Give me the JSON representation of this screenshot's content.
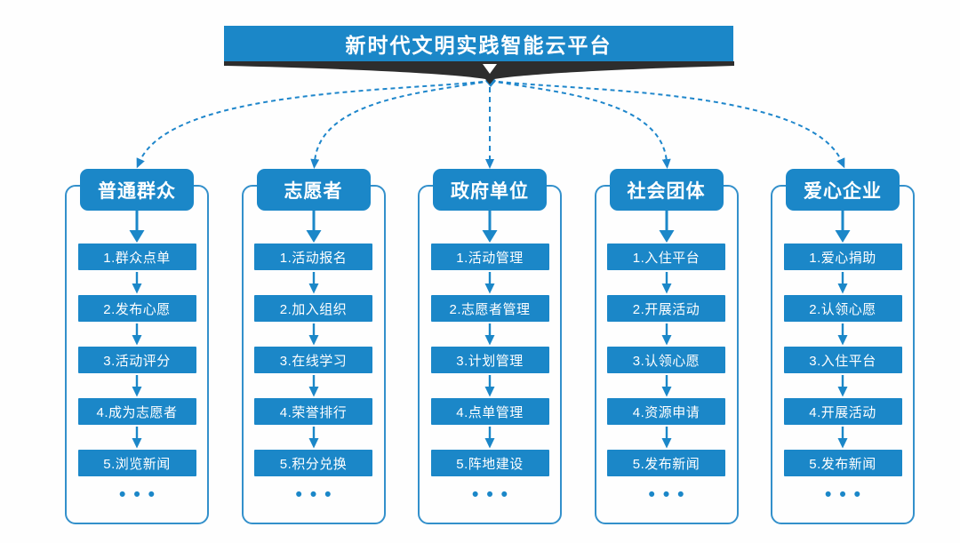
{
  "banner": {
    "title": "新时代文明实践智能云平台"
  },
  "colors": {
    "primary_blue": "#1b87c8",
    "dashed_arrow_blue": "#1e86cb",
    "frame_border_blue": "#3390cb",
    "dark_ribbon": "#2d2d2d",
    "text_on_blue": "#ffffff",
    "background": "#fefefe"
  },
  "columns": [
    {
      "title": "普通群众",
      "items": [
        "1.群众点单",
        "2.发布心愿",
        "3.活动评分",
        "4.成为志愿者",
        "5.浏览新闻"
      ],
      "more": "•••"
    },
    {
      "title": "志愿者",
      "items": [
        "1.活动报名",
        "2.加入组织",
        "3.在线学习",
        "4.荣誉排行",
        "5.积分兑换"
      ],
      "more": "•••"
    },
    {
      "title": "政府单位",
      "items": [
        "1.活动管理",
        "2.志愿者管理",
        "3.计划管理",
        "4.点单管理",
        "5.阵地建设"
      ],
      "more": "•••"
    },
    {
      "title": "社会团体",
      "items": [
        "1.入住平台",
        "2.开展活动",
        "3.认领心愿",
        "4.资源申请",
        "5.发布新闻"
      ],
      "more": "•••"
    },
    {
      "title": "爱心企业",
      "items": [
        "1.爱心捐助",
        "2.认领心愿",
        "3.入住平台",
        "4.开展活动",
        "5.发布新闻"
      ],
      "more": "•••"
    }
  ]
}
